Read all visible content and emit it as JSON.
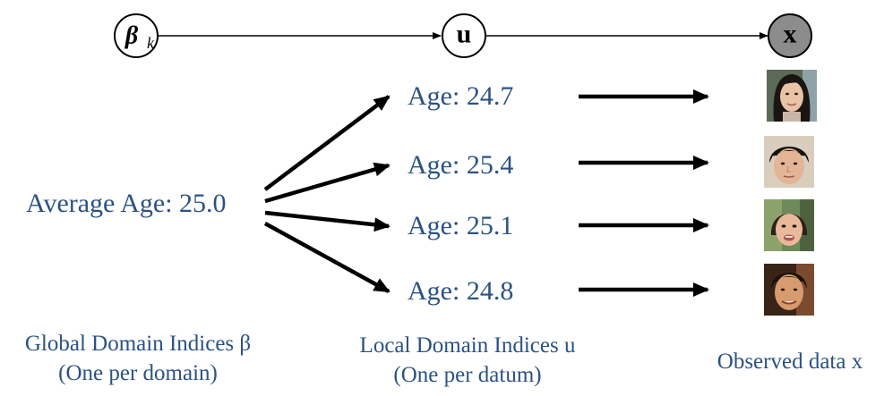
{
  "graph": {
    "nodes": [
      {
        "id": "beta",
        "symbol": "β",
        "subscript": "k",
        "shaded": false
      },
      {
        "id": "u",
        "symbol": "u",
        "subscript": "",
        "shaded": false
      },
      {
        "id": "x",
        "symbol": "x",
        "subscript": "",
        "shaded": true
      }
    ],
    "colors": {
      "text": "#2b5283",
      "node_shaded": "#8c8c8c",
      "node_plain": "#ffffff",
      "edge": "#000000"
    }
  },
  "global": {
    "average_label": "Average Age: 25.0",
    "caption_line1": "Global Domain Indices β",
    "caption_line2": "(One per domain)"
  },
  "local": {
    "ages": [
      "Age: 24.7",
      "Age: 25.4",
      "Age: 25.1",
      "Age: 24.8"
    ],
    "caption_line1": "Local Domain Indices u",
    "caption_line2": "(One per datum)"
  },
  "observed": {
    "caption": "Observed data x",
    "images": [
      "face-photo-1",
      "face-photo-2",
      "face-photo-3",
      "face-photo-4"
    ]
  }
}
